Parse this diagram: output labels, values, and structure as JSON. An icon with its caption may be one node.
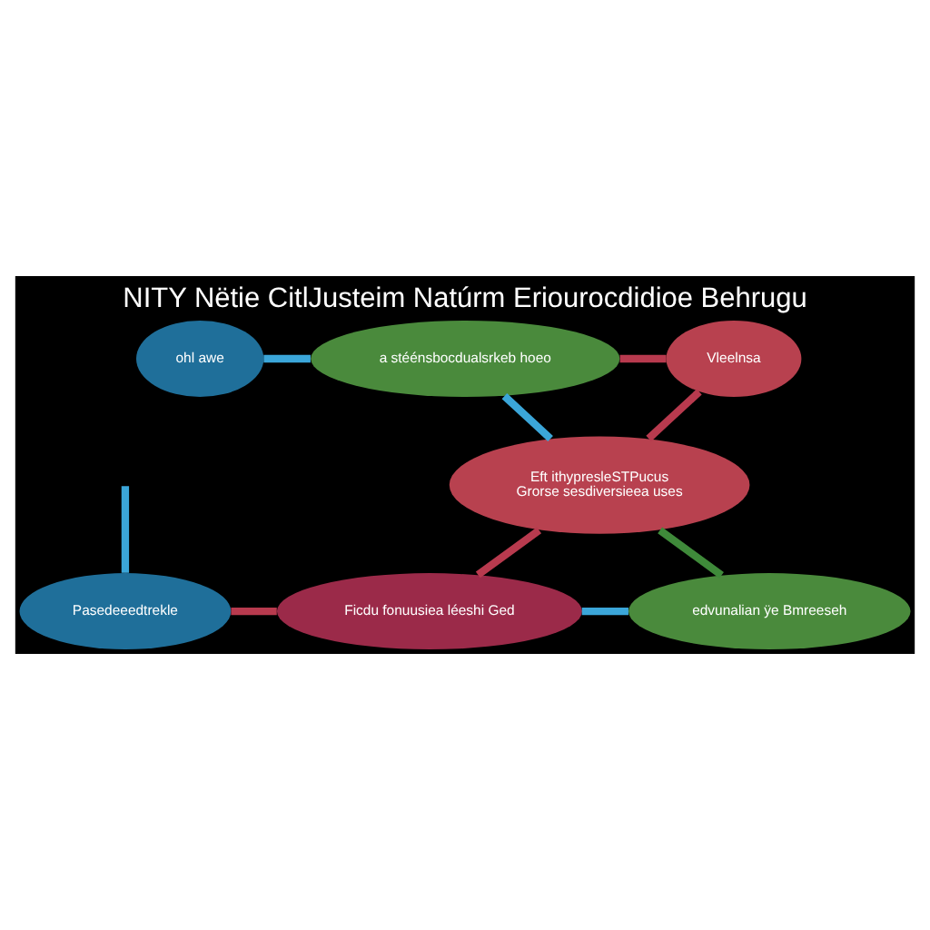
{
  "diagram": {
    "title": "NITY Nëtie CitlJusteim Natúrm Eriourocdidioe Behrugu",
    "nodes": [
      {
        "text": [
          "ohl awe"
        ]
      },
      {
        "text": [
          "a stéénsbocdualsrkeb hoeo"
        ]
      },
      {
        "text": [
          "Vleelnsa"
        ]
      },
      {
        "text": [
          "Eft ithypresleSTPucus",
          "Grorse sesdiversieea uses"
        ]
      },
      {
        "text": [
          "Pasedeeedtrekle"
        ]
      },
      {
        "text": [
          "Ficdu fonuusiea léeshi Ged"
        ]
      },
      {
        "text": [
          "edvunalian ÿe Bmreeseh"
        ]
      }
    ],
    "edges": [
      {
        "from": 0,
        "to": 1,
        "arrow": "none",
        "color": "#3ba6d9"
      },
      {
        "from": 1,
        "to": 2,
        "arrow": "none",
        "color": "#b83a4e"
      },
      {
        "from": 1,
        "to": 3,
        "arrow": "none",
        "color": "#3ba6d9"
      },
      {
        "from": 2,
        "to": 3,
        "arrow": "none",
        "color": "#b83a4e"
      },
      {
        "from": 3,
        "to": 5,
        "arrow": "none",
        "color": "#b83a4e"
      },
      {
        "from": 3,
        "to": 6,
        "arrow": "none",
        "color": "#3f8a3a"
      },
      {
        "from": 4,
        "to": 5,
        "arrow": "none",
        "color": "#b83a4e"
      },
      {
        "from": 5,
        "to": 6,
        "arrow": "none",
        "color": "#3ba6d9"
      },
      {
        "from": null,
        "to": 4,
        "arrow": "none",
        "color": "#3ba6d9"
      }
    ]
  }
}
